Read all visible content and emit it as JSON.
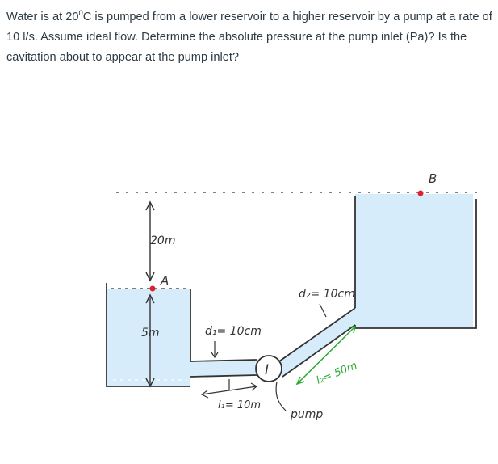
{
  "question": {
    "part1": "Water is at 20",
    "degree": "0",
    "part2": "C is pumped from a lower reservoir to a higher reservoir by a pump at a rate of 10 l/s. Assume ideal flow. Determine the absolute pressure at the pump inlet (Pa)? Is the cavitation about to appear at the pump inlet?"
  },
  "sketch": {
    "label_20m": "20m",
    "label_5m": "5m",
    "label_A": "A",
    "label_B": "B",
    "label_d1": "d₁= 10cm",
    "label_d2": "d₂= 10cm",
    "label_l1": "l₁= 10m",
    "label_l2": "l₂= 50m",
    "label_pump_symbol": "I",
    "label_pump": "pump"
  },
  "colors": {
    "water": "#d6ecfb",
    "ink": "#333333",
    "red": "#e0202a",
    "green": "#2aaa30"
  }
}
